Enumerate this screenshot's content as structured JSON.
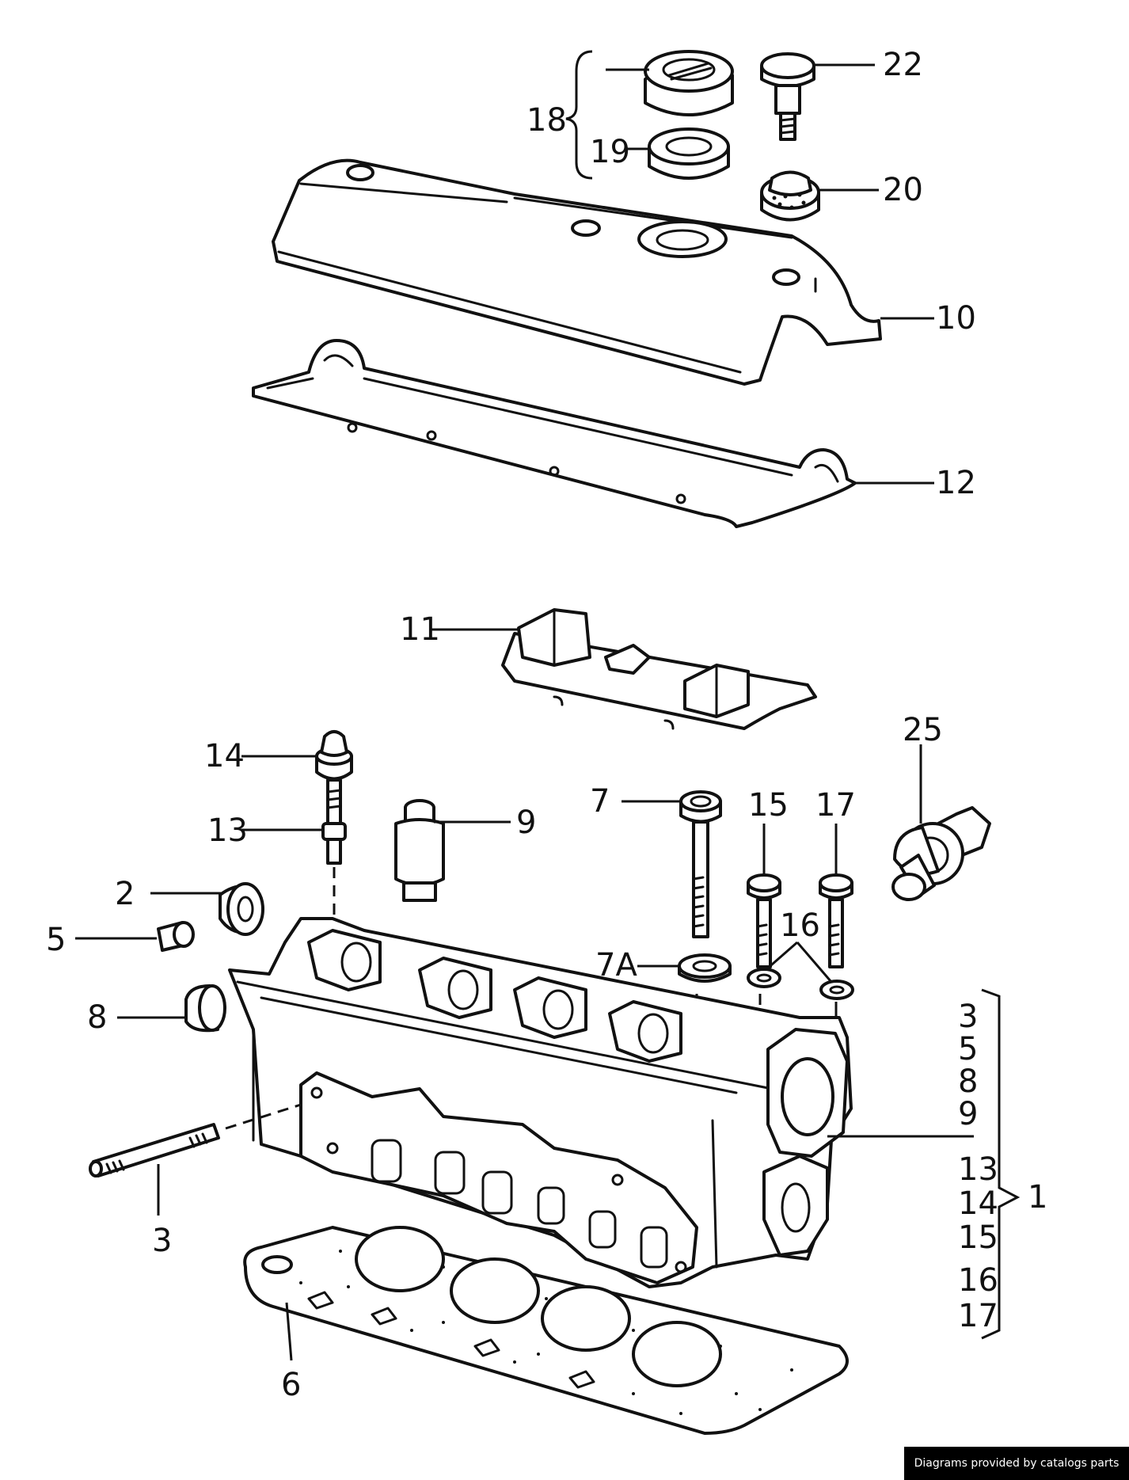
{
  "callouts": {
    "c1": "1",
    "c2": "2",
    "c3": "3",
    "c5": "5",
    "c6": "6",
    "c7": "7",
    "c7a": "7A",
    "c8": "8",
    "c9": "9",
    "c10": "10",
    "c11": "11",
    "c12": "12",
    "c13": "13",
    "c14": "14",
    "c15": "15",
    "c16": "16",
    "c17": "17",
    "c18": "18",
    "c19": "19",
    "c20": "20",
    "c22": "22",
    "c25": "25"
  },
  "kit_list": [
    "3",
    "5",
    "8",
    "9",
    "13",
    "14",
    "15",
    "16",
    "17"
  ],
  "credit": "Diagrams provided by catalogs parts"
}
